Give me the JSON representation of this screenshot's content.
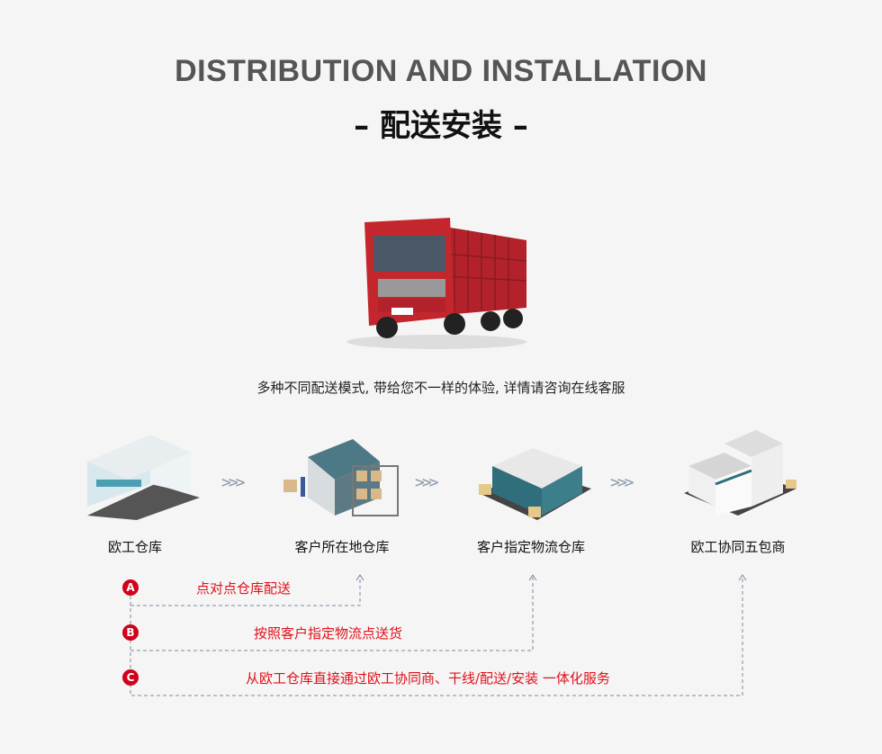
{
  "header": {
    "title_en": "DISTRIBUTION AND INSTALLATION",
    "title_cn": "– 配送安装 –"
  },
  "caption": "多种不同配送模式, 带给您不一样的体验, 详情请咨询在线客服",
  "steps": [
    {
      "label": "欧工仓库",
      "icon": "warehouse-icon"
    },
    {
      "label": "客户所在地仓库",
      "icon": "customer-warehouse-icon"
    },
    {
      "label": "客户指定物流仓库",
      "icon": "logistics-warehouse-icon"
    },
    {
      "label": "欧工协同五包商",
      "icon": "partner-building-icon"
    }
  ],
  "arrow": ">>>",
  "routes": [
    {
      "badge": "A",
      "text": "点对点仓库配送"
    },
    {
      "badge": "B",
      "text": "按照客户指定物流点送货"
    },
    {
      "badge": "C",
      "text": "从欧工仓库直接通过欧工协同商、干线/配送/安装 一体化服务"
    }
  ],
  "colors": {
    "accent": "#d0021b",
    "route_text": "#e0101a",
    "teal": "#2f6e7a"
  }
}
